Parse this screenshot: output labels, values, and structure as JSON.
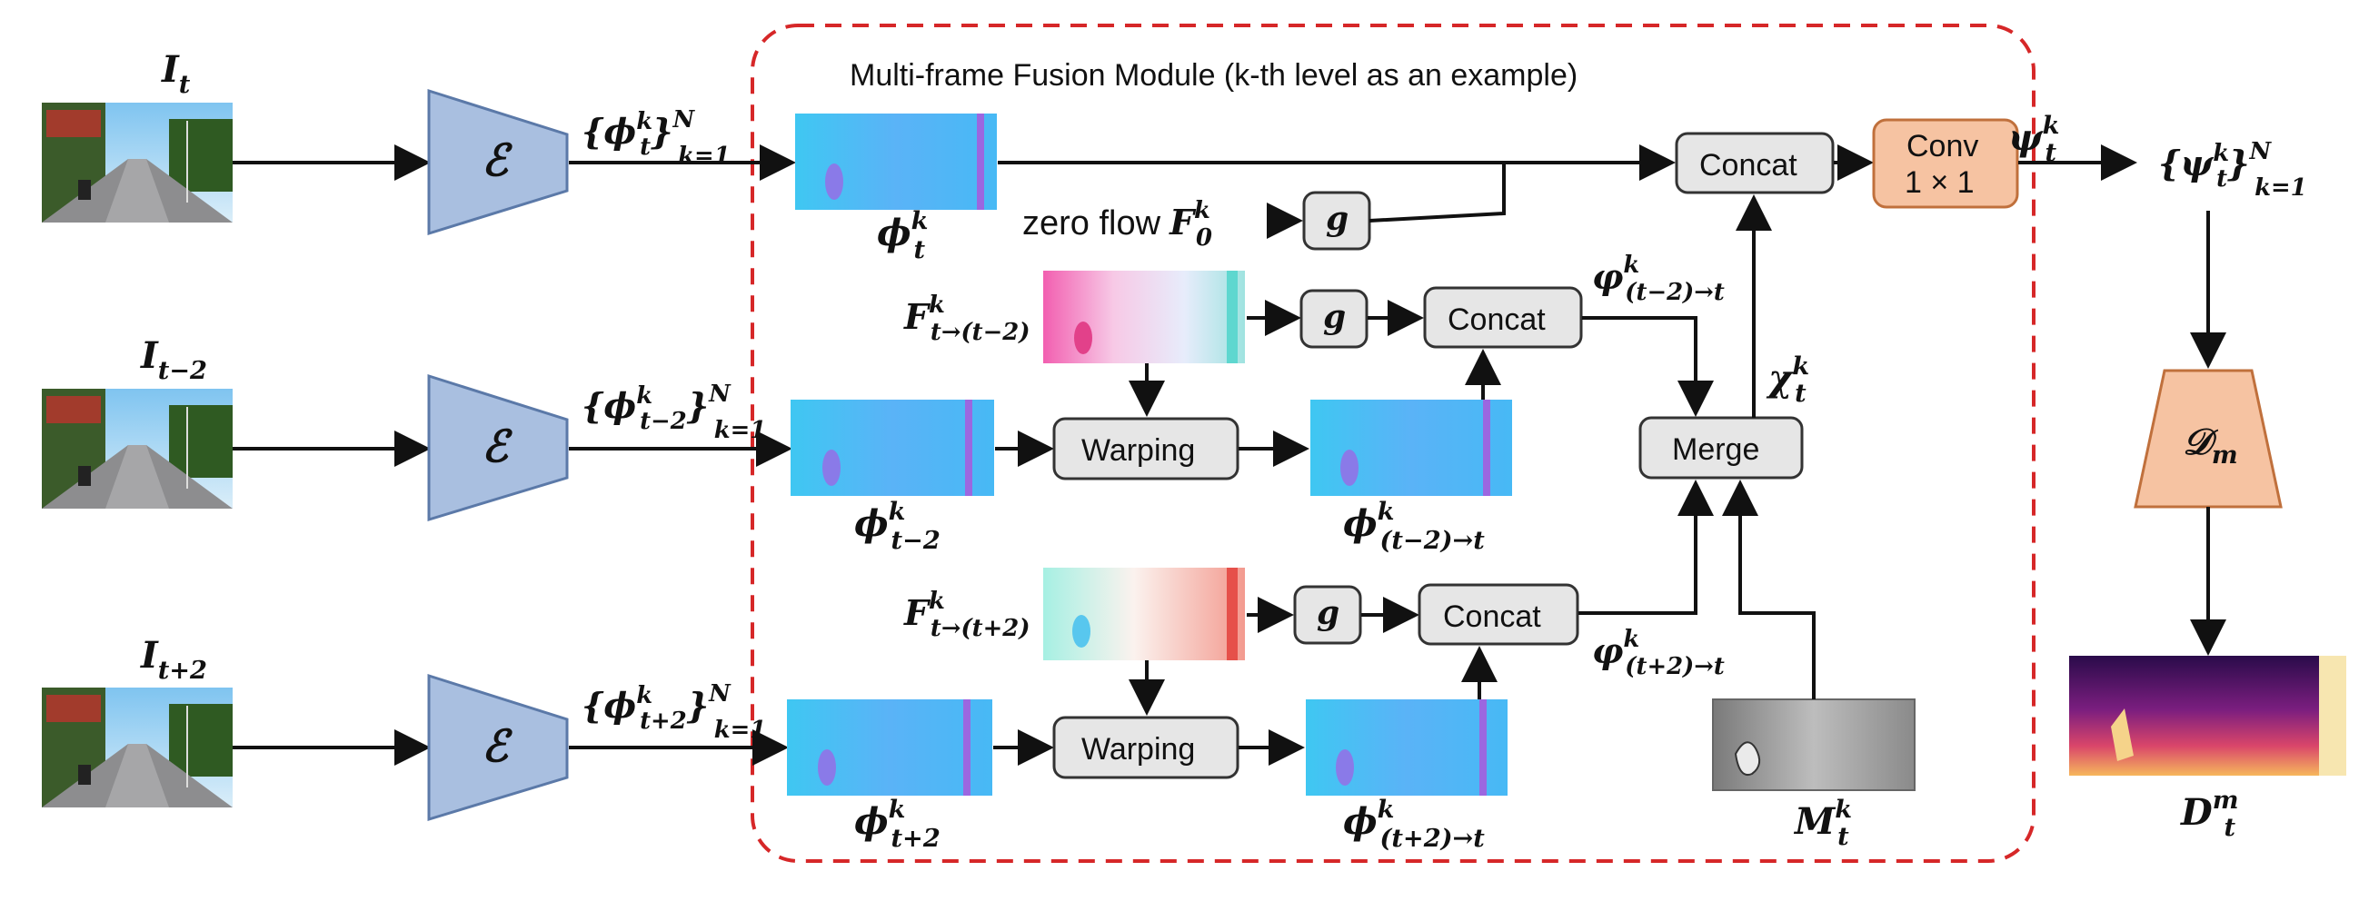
{
  "module": {
    "title": "Multi-frame Fusion Module (k-th level as an example)",
    "border_color": "#d62728"
  },
  "frames": [
    {
      "label": "I",
      "sub": "t",
      "sup": ""
    },
    {
      "label": "I",
      "sub": "t−2",
      "sup": ""
    },
    {
      "label": "I",
      "sub": "t+2",
      "sup": ""
    }
  ],
  "encoder": {
    "symbol": "ℰ",
    "fill": "#a9bfe0"
  },
  "feature_sets": [
    {
      "label": "{ϕ",
      "sub": "k=1",
      "inner_sub": "t",
      "sup": "N",
      "k": "k"
    },
    {
      "label": "{ϕ",
      "sub": "k=1",
      "inner_sub": "t−2",
      "sup": "N",
      "k": "k"
    },
    {
      "label": "{ϕ",
      "sub": "k=1",
      "inner_sub": "t+2",
      "sup": "N",
      "k": "k"
    }
  ],
  "feature_labels": {
    "phi_t": {
      "base": "ϕ",
      "sub": "t",
      "sup": "k"
    },
    "phi_tm2": {
      "base": "ϕ",
      "sub": "t−2",
      "sup": "k"
    },
    "phi_tp2": {
      "base": "ϕ",
      "sub": "t+2",
      "sup": "k"
    },
    "phi_warp_m2": {
      "base": "ϕ",
      "sub": "(t−2)→t",
      "sup": "k"
    },
    "phi_warp_p2": {
      "base": "ϕ",
      "sub": "(t+2)→t",
      "sup": "k"
    }
  },
  "flows": {
    "zero": {
      "prefix": "zero flow",
      "base": "F",
      "sub": "0",
      "sup": "k"
    },
    "flow_m2": {
      "base": "F",
      "sub": "t→(t−2)",
      "sup": "k"
    },
    "flow_p2": {
      "base": "F",
      "sub": "t→(t+2)",
      "sup": "k"
    }
  },
  "blocks": {
    "g": "g",
    "concat": "Concat",
    "warping": "Warping",
    "merge": "Merge",
    "conv_line1": "Conv",
    "conv_line2": "1 × 1",
    "box_fill": "#e6e6e6",
    "conv_fill": "#f6c3a2"
  },
  "signals": {
    "varphi_m2": {
      "base": "φ",
      "sub": "(t−2)→t",
      "sup": "k"
    },
    "varphi_p2": {
      "base": "φ",
      "sub": "(t+2)→t",
      "sup": "k"
    },
    "chi": {
      "base": "χ",
      "sub": "t",
      "sup": "k"
    },
    "psi": {
      "base": "ψ",
      "sub": "t",
      "sup": "k"
    },
    "mask": {
      "base": "M",
      "sub": "t",
      "sup": "k"
    }
  },
  "output": {
    "set": {
      "label": "{ψ",
      "inner_sub": "t",
      "k": "k",
      "sup": "N",
      "sub": "k=1"
    },
    "decoder": {
      "base": "𝒟",
      "sub": "m",
      "fill": "#f6c3a2"
    },
    "depth": {
      "base": "D",
      "sub": "t",
      "sup": "m"
    }
  }
}
